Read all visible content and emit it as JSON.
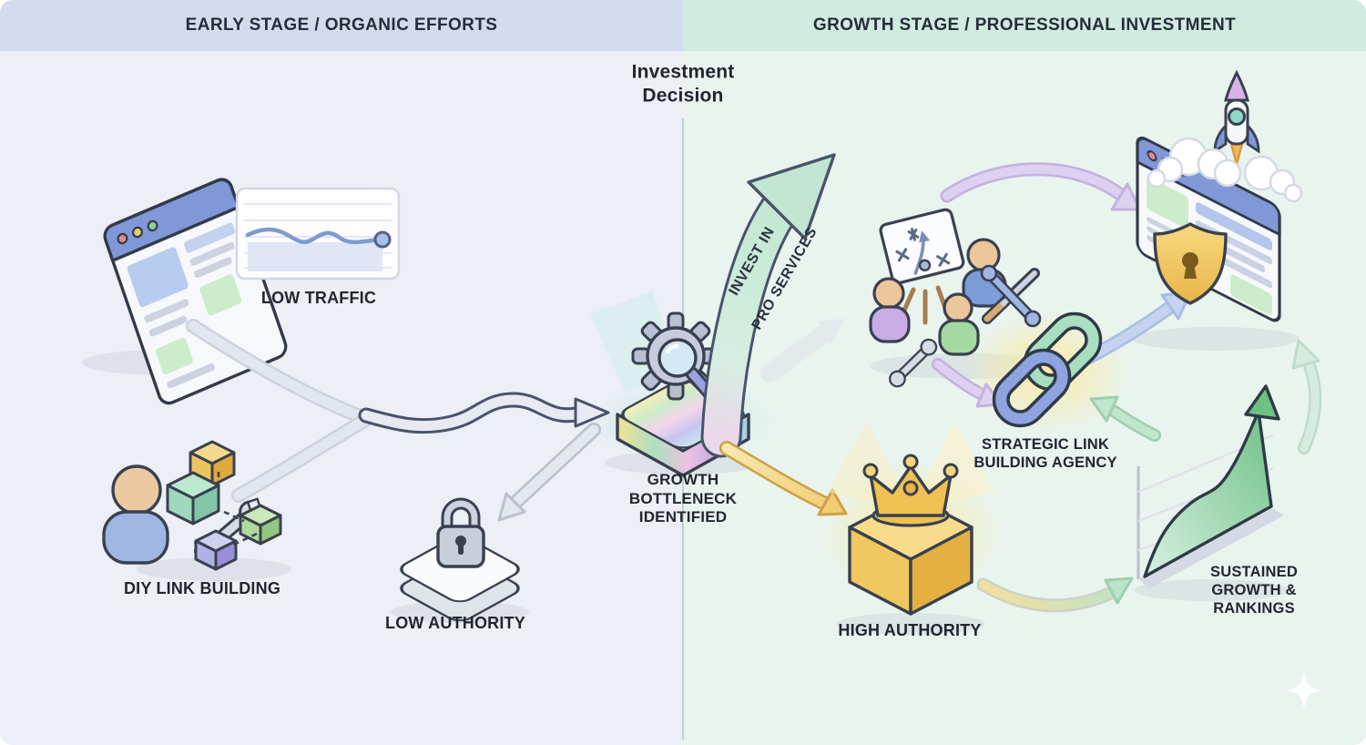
{
  "header": {
    "left_title": "EARLY STAGE / ORGANIC EFFORTS",
    "right_title": "GROWTH STAGE / PROFESSIONAL INVESTMENT"
  },
  "center": {
    "decision_title": "Investment Decision",
    "bottleneck_label": "GROWTH BOTTLENECK IDENTIFIED",
    "invest_arrow_top": "INVEST IN",
    "invest_arrow_bottom": "PRO SERVICES"
  },
  "early_stage": {
    "low_traffic_label": "LOW TRAFFIC",
    "diy_label": "DIY LINK BUILDING",
    "low_authority_label": "LOW AUTHORITY"
  },
  "growth_stage": {
    "agency_label": "STRATEGIC LINK BUILDING AGENCY",
    "high_authority_label": "HIGH AUTHORITY",
    "sustained_label": "SUSTAINED GROWTH & RANKINGS"
  },
  "palette": {
    "left_band": "#d4dbee",
    "right_band": "#d0ebdf",
    "left_bg": "#edeff7",
    "right_bg": "#e9f4ef",
    "text": "#232a36",
    "mint_arrow": "#c9e9d6",
    "gold": "#f0c153",
    "green": "#6fc186",
    "purple_arrow": "#dcd0f0",
    "blue_arrow": "#c5d3f0",
    "gray_arrow": "#e7eaf1"
  }
}
